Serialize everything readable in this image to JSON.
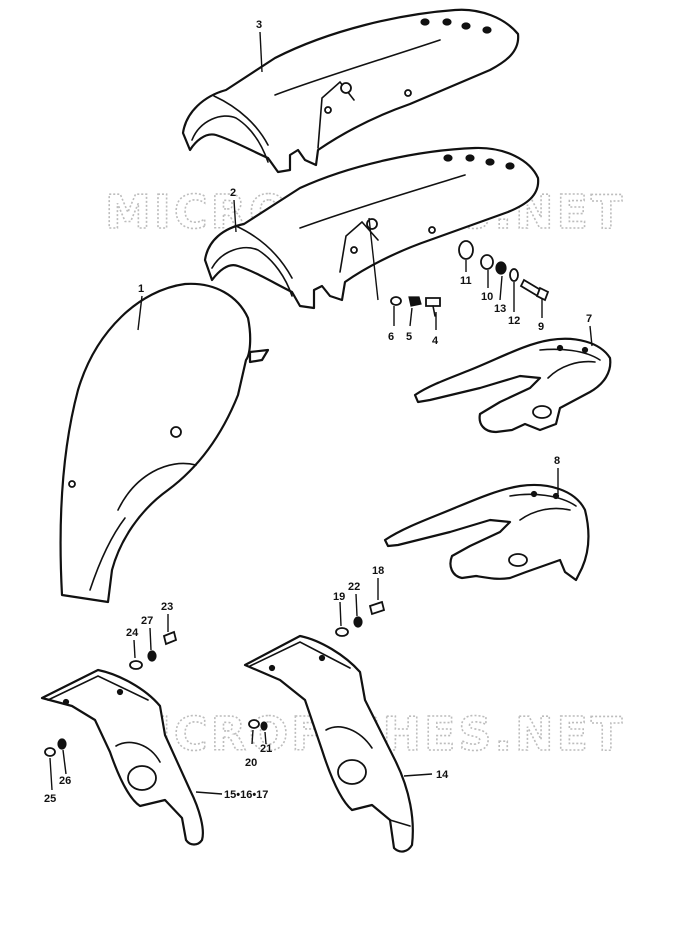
{
  "watermark": "MICROFICHES.NET",
  "callouts": {
    "c1": "1",
    "c2": "2",
    "c3": "3",
    "c4": "4",
    "c5": "5",
    "c6": "6",
    "c7": "7",
    "c8": "8",
    "c9": "9",
    "c10": "10",
    "c11": "11",
    "c12": "12",
    "c13": "13",
    "c14": "14",
    "c15": "15•16•17",
    "c18": "18",
    "c19": "19",
    "c20": "20",
    "c21": "21",
    "c22": "22",
    "c23": "23",
    "c24": "24",
    "c25": "25",
    "c26": "26",
    "c27": "27"
  },
  "colors": {
    "ink": "#111111",
    "paper": "#ffffff",
    "watermark": "#bdbdbd"
  }
}
